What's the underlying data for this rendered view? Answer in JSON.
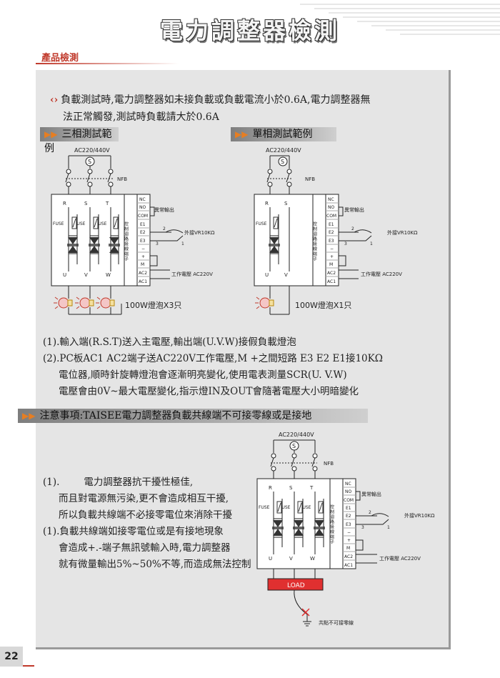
{
  "header": {
    "title": "電力調整器檢測",
    "section": "產品檢測"
  },
  "intro": {
    "line1": "負載測試時,電力調整器如未接負載或負載電流小於0.6A,電力調整器無",
    "line2": "法正常觸發,測試時負載請大於0.6A"
  },
  "sections": {
    "three_phase": "三相測試範例",
    "single_phase": "單相測試範例",
    "caution": "注意事項:TAISEE電力調整器負載共線端不可接零線或是接地"
  },
  "diagram": {
    "supply": "AC220/440V",
    "source_symbol": "S",
    "breaker": "NFB",
    "terminals": [
      "NC",
      "NO",
      "COM",
      "E1",
      "E2",
      "E3",
      "−",
      "+",
      "M",
      "AC2",
      "AC1"
    ],
    "terminal_block_label": "控制迴路接線端子",
    "abnormal_output": "異常輸出",
    "vr_label": "外接VR10KΩ",
    "vr_pins": [
      "2",
      "3",
      "1"
    ],
    "work_voltage": "工作電壓 AC220V",
    "fuse": "FUSE",
    "inputs_3": [
      "R",
      "S",
      "T"
    ],
    "outputs_3": [
      "U",
      "V",
      "W"
    ],
    "inputs_1": [
      "R",
      "S"
    ],
    "outputs_1": [
      "U",
      "V"
    ],
    "lamp_3": "100W燈泡X3只",
    "lamp_1": "100W燈泡X1只",
    "load": "LOAD",
    "no_neutral": "共點不可接零線"
  },
  "notes": {
    "n1": "(1).輸入端(R.S.T)送入主電壓,輸出端(U.V.W)接假負載燈泡",
    "n2a": "(2).PC板AC1 AC2端子送AC220V工作電壓,M +之間短路 E3 E2 E1接10KΩ",
    "n2b": "電位器,順時針旋轉燈泡會逐漸明亮變化,使用電表測量SCR(U. V.W)",
    "n2c": "電壓會由0V~最大電壓變化,指示燈IN及OUT會隨著電壓大小明暗變化"
  },
  "caution_notes": {
    "c1a": "(1).",
    "c1b": "電力調整器抗干擾性極佳,",
    "c1c": "而且對電源無污染,更不會造成相互干擾,",
    "c1d": "所以負載共線端不必接零電位來消除干擾",
    "c2a": "(1).負載共線端如接零電位或是有接地現象",
    "c2b": "會造成+.-端子無訊號輸入時,電力調整器",
    "c2c": "就有微量輸出5%~50%不等,而造成無法控制"
  },
  "page_number": "22",
  "colors": {
    "accent": "#c0392b",
    "panel": "#e5e5e5",
    "orange": "#e67e22",
    "load": "#e03030"
  }
}
